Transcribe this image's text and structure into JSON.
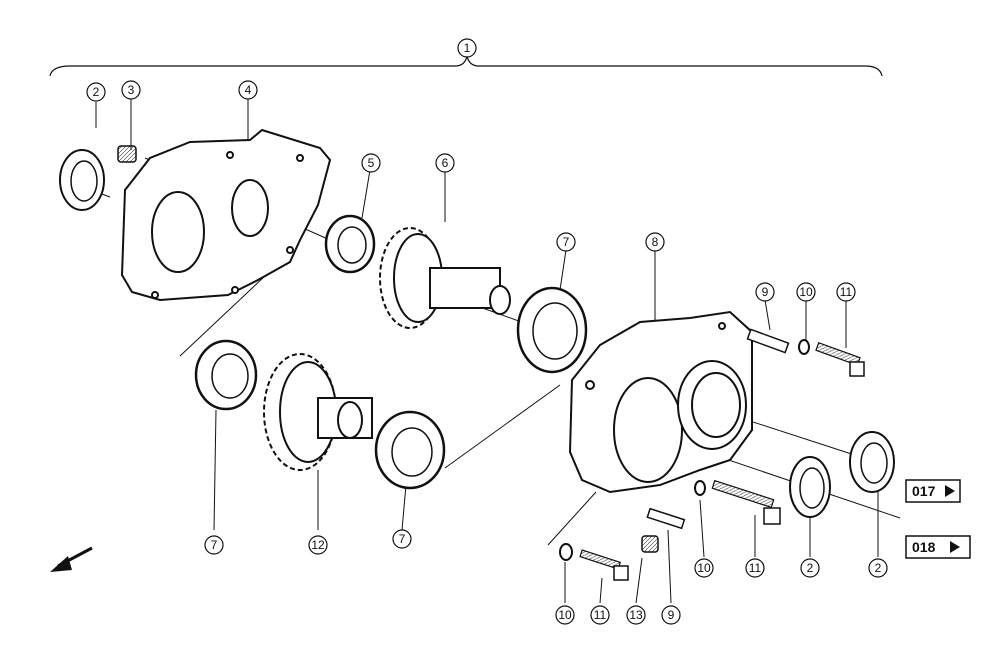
{
  "diagram": {
    "assembly_callout": "1",
    "callouts": {
      "seal_left": "2",
      "plug": "3",
      "housing_cover": "4",
      "bearing_small": "5",
      "gear_shaft": "6",
      "bearing_upper": "7",
      "housing_main": "8",
      "pin_upper": "9",
      "washer_upper": "10",
      "bolt_upper": "11",
      "bearing_left_lower": "7",
      "gear_lower": "12",
      "bearing_mid_lower": "7",
      "washer_mid": "10",
      "bolt_mid": "11",
      "seal_mid": "2",
      "seal_right": "2",
      "washer_bottom": "10",
      "bolt_bottom": "11",
      "plug_bottom": "13",
      "pin_bottom": "9"
    },
    "references": {
      "ref_017": "017",
      "ref_018": "018"
    },
    "orientation_icon": "front-direction-arrow-icon"
  }
}
